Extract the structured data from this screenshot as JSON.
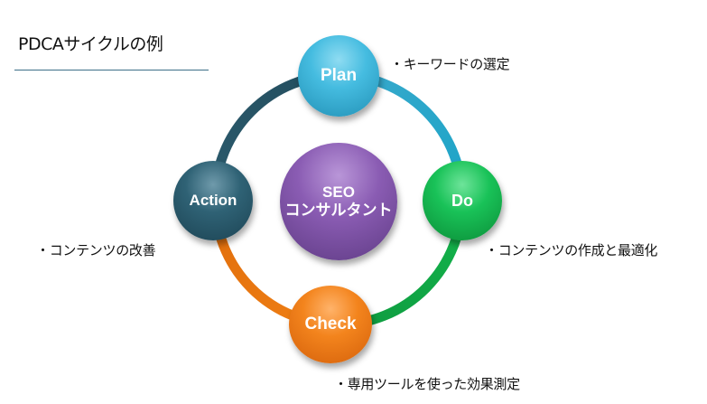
{
  "title": "PDCAサイクルの例",
  "center": {
    "line1": "SEO",
    "line2": "コンサルタント"
  },
  "nodes": {
    "plan": "Plan",
    "do": "Do",
    "check": "Check",
    "action": "Action"
  },
  "notes": {
    "plan": "・キーワードの選定",
    "do": "・コンテンツの作成と最適化",
    "check": "・専用ツールを使った効果測定",
    "action": "・コンテンツの改善"
  },
  "colors": {
    "plan": "#3cb2d6",
    "do": "#13b04a",
    "check": "#ee7811",
    "action": "#2b5a6c",
    "center": "#7a4f9e",
    "rule": "#3d6f88"
  }
}
